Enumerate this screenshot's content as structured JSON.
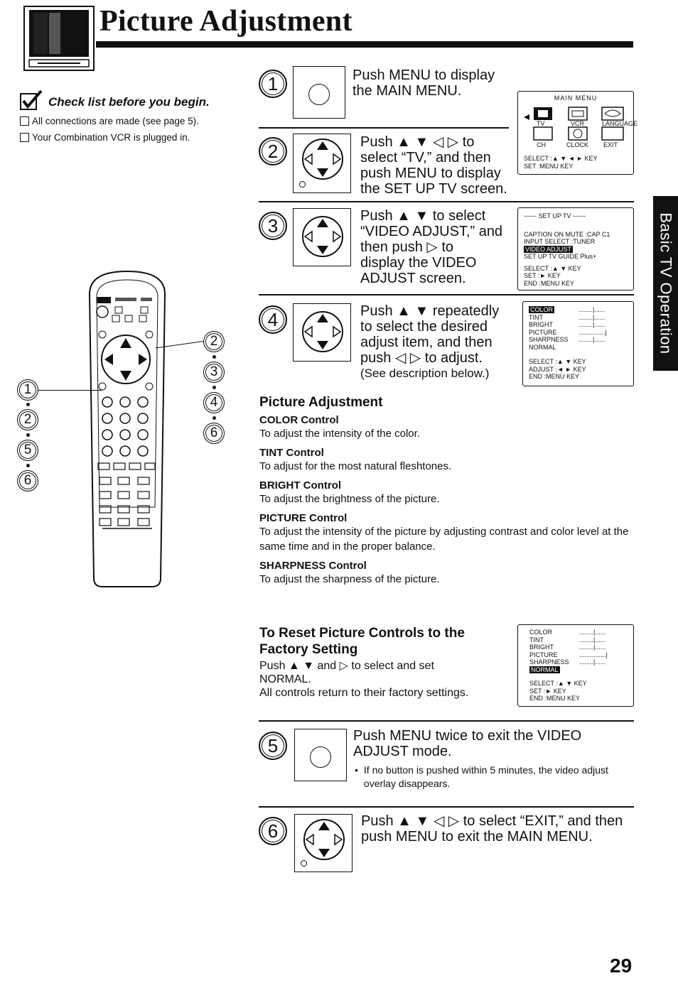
{
  "page_title": "Picture Adjustment",
  "checklist": {
    "title": "Check list before you begin.",
    "items": [
      "All connections are made (see page 5).",
      "Your Combination VCR is plugged in."
    ]
  },
  "steps": [
    {
      "num": "1",
      "lines": [
        "Push MENU to display",
        "the MAIN MENU."
      ]
    },
    {
      "num": "2",
      "lines": [
        "Push ▲ ▼ ◁ ▷ to",
        "select “TV,” and then",
        "push MENU to display",
        "the SET UP TV screen."
      ]
    },
    {
      "num": "3",
      "lines": [
        "Push ▲ ▼ to select",
        "“VIDEO ADJUST,” and",
        "then push ▷ to",
        "display the VIDEO",
        "ADJUST screen."
      ]
    },
    {
      "num": "4",
      "lines": [
        "Push ▲ ▼ repeatedly",
        "to select the desired",
        "adjust item, and then",
        "push ◁ ▷ to adjust."
      ],
      "note": "(See description below.)"
    },
    {
      "num": "5",
      "lines": [
        "Push MENU twice to exit the VIDEO",
        "ADJUST mode."
      ],
      "bullet": "If no button is pushed within 5 minutes, the video adjust overlay disappears."
    },
    {
      "num": "6",
      "lines": [
        "Push ▲ ▼ ◁ ▷ to select  “EXIT,” and then",
        "push MENU to exit the MAIN MENU."
      ]
    }
  ],
  "main_menu_screen": {
    "title": "MAIN MENU",
    "labels": [
      "TV",
      "VCR",
      "LANGUAGE",
      "CH",
      "CLOCK",
      "EXIT"
    ],
    "footer": [
      "SELECT :▲ ▼ ◄ ► KEY",
      "SET    :MENU  KEY"
    ]
  },
  "setup_screen": {
    "title": "------ SET UP TV ------",
    "rows": [
      "CAPTION ON MUTE :CAP C1",
      "INPUT SELECT       :TUNER",
      "VIDEO ADJUST",
      "SET UP TV GUIDE Plus+"
    ],
    "footer": [
      "SELECT :▲ ▼  KEY",
      "SET     :►  KEY",
      "END     :MENU  KEY"
    ]
  },
  "adjust_screen": {
    "rows": [
      {
        "label": "COLOR",
        "bar": "........|......"
      },
      {
        "label": "TINT",
        "bar": "........|......"
      },
      {
        "label": "BRIGHT",
        "bar": "........|......"
      },
      {
        "label": "PICTURE",
        "bar": "...............|"
      },
      {
        "label": "SHARPNESS",
        "bar": "........|......"
      },
      {
        "label": "NORMAL",
        "bar": ""
      }
    ],
    "footer": [
      "SELECT :▲ ▼  KEY",
      "ADJUST :◄  ►  KEY",
      "END     :MENU  KEY"
    ]
  },
  "reset_screen": {
    "rows": [
      {
        "label": "COLOR",
        "bar": "........|......"
      },
      {
        "label": "TINT",
        "bar": "........|......"
      },
      {
        "label": "BRIGHT",
        "bar": "........|......"
      },
      {
        "label": "PICTURE",
        "bar": "...............|"
      },
      {
        "label": "SHARPNESS",
        "bar": "........|......"
      },
      {
        "label": "NORMAL",
        "bar": ""
      }
    ],
    "footer": [
      "SELECT :▲ ▼  KEY",
      "SET     :►  KEY",
      "END     :MENU  KEY"
    ]
  },
  "picture_adjustment": {
    "title": "Picture Adjustment",
    "controls": [
      {
        "name": "COLOR Control",
        "desc": "To adjust the intensity of the color."
      },
      {
        "name": "TINT Control",
        "desc": "To adjust for the most natural fleshtones."
      },
      {
        "name": "BRIGHT Control",
        "desc": "To adjust the brightness of the picture."
      },
      {
        "name": "PICTURE Control",
        "desc": "To adjust the intensity of the picture by adjusting contrast and color level at the same time and in the proper balance."
      },
      {
        "name": "SHARPNESS Control",
        "desc": "To adjust the sharpness of the picture."
      }
    ]
  },
  "reset": {
    "title_lines": [
      "To Reset Picture Controls to the",
      "Factory Setting"
    ],
    "lines": [
      "Push ▲ ▼ and ▷ to select and set",
      "NORMAL.",
      "All controls return to their factory settings."
    ]
  },
  "side_tab": "Basic TV Operation",
  "page_number": "29",
  "remote_callouts_left": [
    "1",
    "2",
    "5",
    "6"
  ],
  "remote_callouts_right": [
    "2",
    "3",
    "4",
    "6"
  ]
}
